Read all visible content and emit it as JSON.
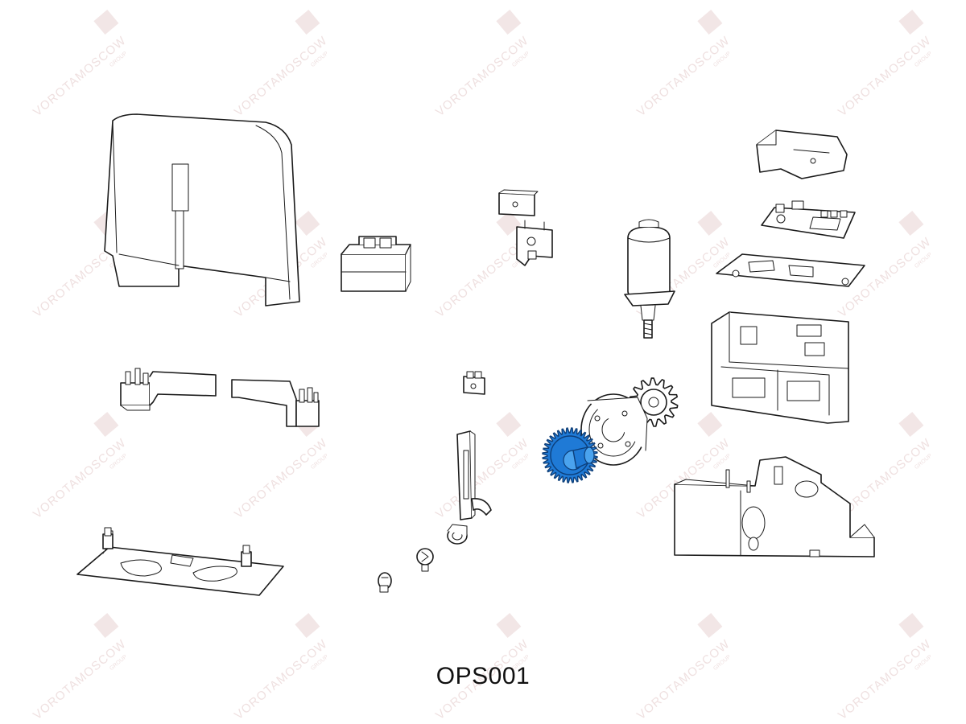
{
  "diagram": {
    "part_code": "OPS001",
    "watermark_text": "VOROTAMOSCOW",
    "watermark_sub": "GROUP",
    "highlight_color": "#1f7ad6",
    "watermark_color": "#e2c8c8"
  }
}
